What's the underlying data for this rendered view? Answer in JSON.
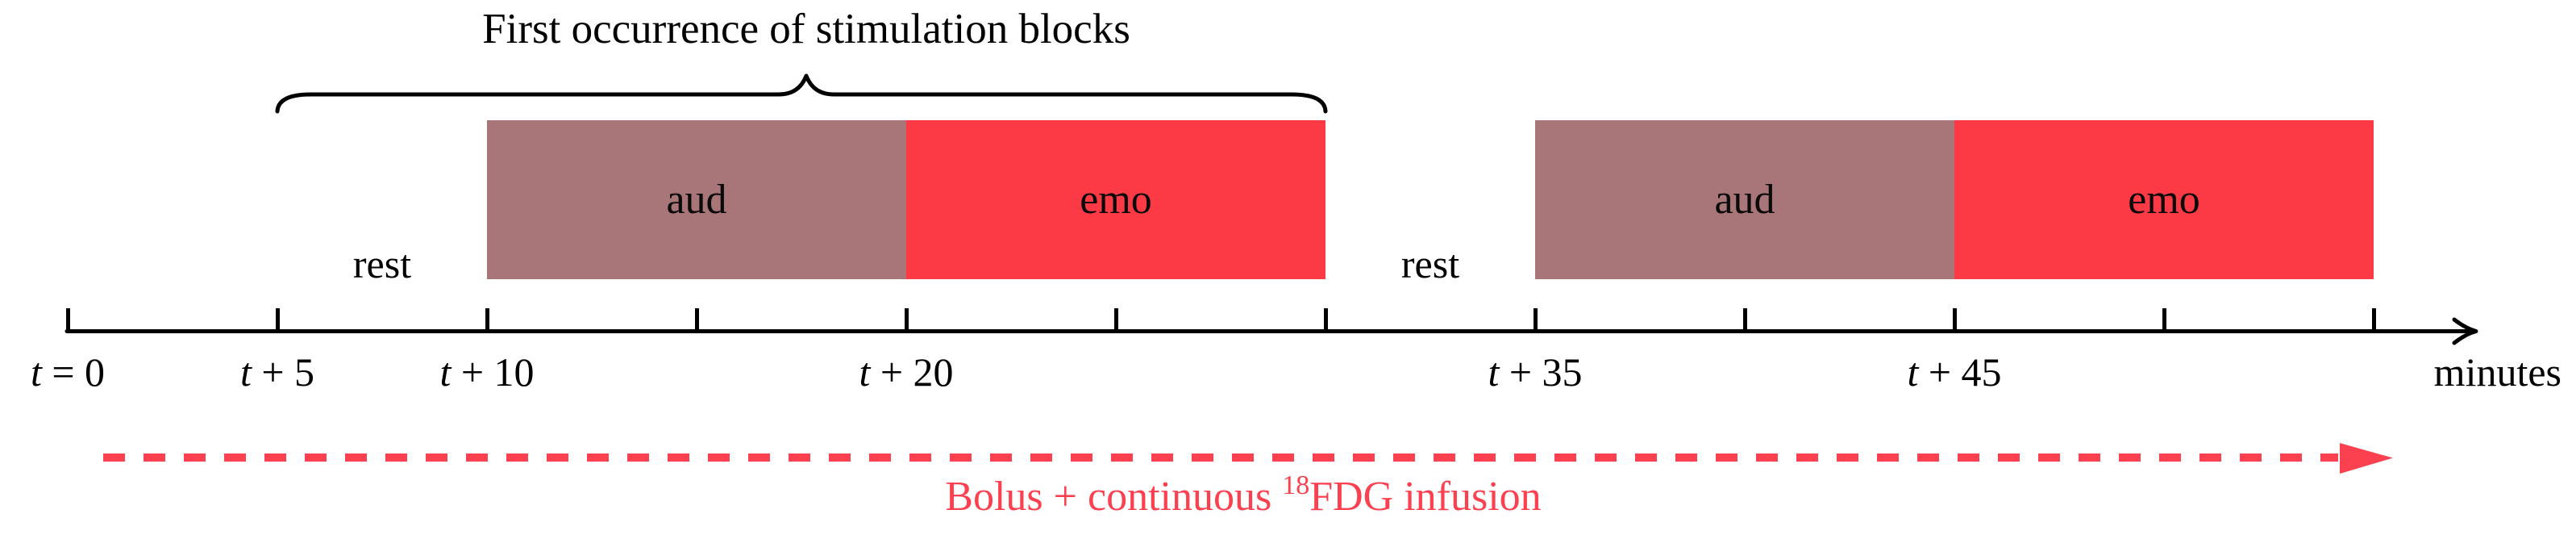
{
  "figure": {
    "title": "First occurrence of stimulation blocks",
    "axis": {
      "unit_label": "minutes",
      "tick_interval_minutes": 5,
      "range_minutes": [
        0,
        55
      ],
      "ticks": [
        {
          "t": 0,
          "label": "t = 0"
        },
        {
          "t": 5,
          "label": "t + 5"
        },
        {
          "t": 10,
          "label": "t + 10"
        },
        {
          "t": 15,
          "label": ""
        },
        {
          "t": 20,
          "label": "t + 20"
        },
        {
          "t": 25,
          "label": ""
        },
        {
          "t": 30,
          "label": ""
        },
        {
          "t": 35,
          "label": "t + 35"
        },
        {
          "t": 40,
          "label": ""
        },
        {
          "t": 45,
          "label": "t + 45"
        },
        {
          "t": 50,
          "label": ""
        },
        {
          "t": 55,
          "label": ""
        }
      ]
    },
    "blocks": [
      {
        "type": "rest",
        "label": "rest",
        "start_min": 5,
        "end_min": 10
      },
      {
        "type": "aud",
        "label": "aud",
        "start_min": 10,
        "end_min": 20
      },
      {
        "type": "emo",
        "label": "emo",
        "start_min": 20,
        "end_min": 30
      },
      {
        "type": "rest",
        "label": "rest",
        "start_min": 30,
        "end_min": 35
      },
      {
        "type": "aud",
        "label": "aud",
        "start_min": 35,
        "end_min": 45
      },
      {
        "type": "emo",
        "label": "emo",
        "start_min": 45,
        "end_min": 55
      }
    ],
    "infusion": {
      "prefix": "Bolus + continuous ",
      "sup": "18",
      "suffix": "FDG infusion"
    },
    "colors": {
      "aud_block": "#a87578",
      "emo_block": "#fc3a46",
      "infusion_red": "#fb4150",
      "ink": "#000000"
    }
  }
}
